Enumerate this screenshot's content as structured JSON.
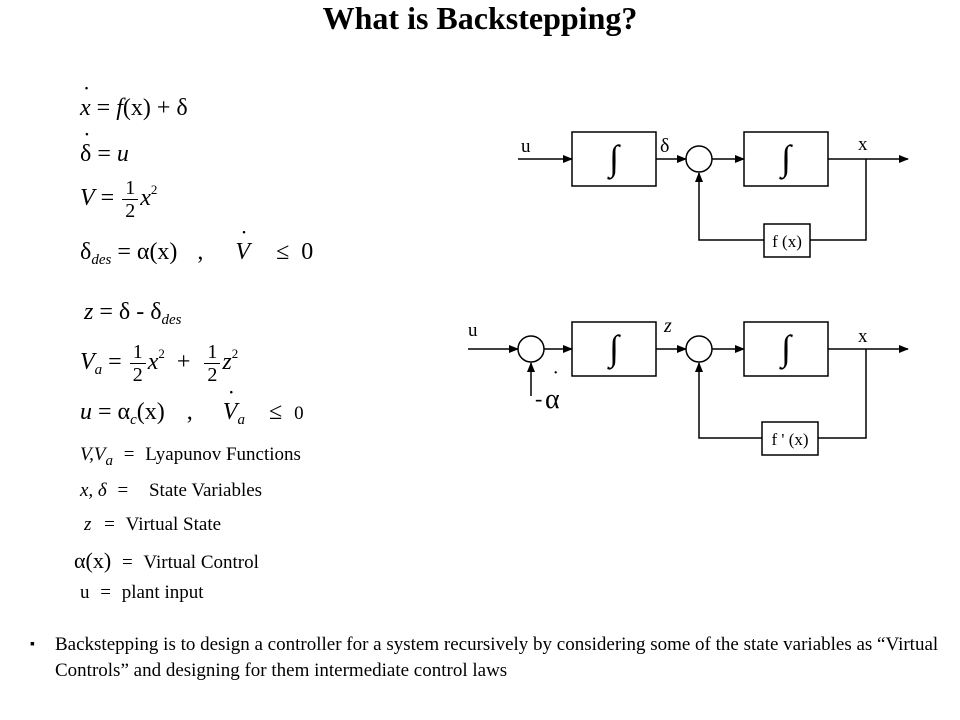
{
  "title": "What is Backstepping?",
  "equations": {
    "eq1": {
      "lhs": "x",
      "eq": "=",
      "f": "f",
      "arg": "(x)",
      "plus": "+",
      "delta": "δ"
    },
    "eq2": {
      "lhs": "δ",
      "eq": "=",
      "rhs": "u"
    },
    "eq3": {
      "lhs": "V",
      "eq": "=",
      "num": "1",
      "den": "2",
      "var": "x",
      "pow": "2"
    },
    "eq4": {
      "lhs": "δ",
      "sub": "des",
      "eq": "=",
      "alpha": "α",
      "arg": "(x)",
      "comma": ",",
      "vdot": "V",
      "le": "≤",
      "zero": "0"
    },
    "eq5": {
      "lhs": "z",
      "eq": "=",
      "delta": "δ",
      "minus": "-",
      "delta2": "δ",
      "sub": "des"
    },
    "eq6": {
      "lhs": "V",
      "sub": "a",
      "eq": "=",
      "num1": "1",
      "den1": "2",
      "var1": "x",
      "pow1": "2",
      "plus": "+",
      "num2": "1",
      "den2": "2",
      "var2": "z",
      "pow2": "2"
    },
    "eq7": {
      "lhs": "u",
      "eq": "=",
      "alpha": "α",
      "sub": "c",
      "arg": "(x)",
      "comma": ",",
      "vdot": "V",
      "vsub": "a",
      "le": "≤",
      "zero": "0"
    }
  },
  "legend": [
    {
      "sym": "V,V",
      "sub": "a",
      "eq": "=",
      "desc": "Lyapunov Functions"
    },
    {
      "sym": "x, δ",
      "eq": "=",
      "desc": "State Variables"
    },
    {
      "sym": "z",
      "eq": "=",
      "desc": "Virtual State"
    },
    {
      "sym": "α(x)",
      "eq": "=",
      "desc": "Virtual Control"
    },
    {
      "sym": "u",
      "eq": "=",
      "desc": "plant input"
    }
  ],
  "diagram1": {
    "input": "u",
    "integral1": "∫",
    "mid": "δ",
    "integral2": "∫",
    "output": "x",
    "feedback": "f (x)"
  },
  "diagram2": {
    "input": "u",
    "integral1": "∫",
    "mid": "z",
    "integral2": "∫",
    "output": "x",
    "feedback": "f ' (x)",
    "minus": "-",
    "alpha": "α"
  },
  "bullet": {
    "mark": "▪",
    "text": "Backstepping is to design a controller for a system recursively by  considering  some of the state variables as “Virtual Controls” and designing for them intermediate control laws"
  }
}
